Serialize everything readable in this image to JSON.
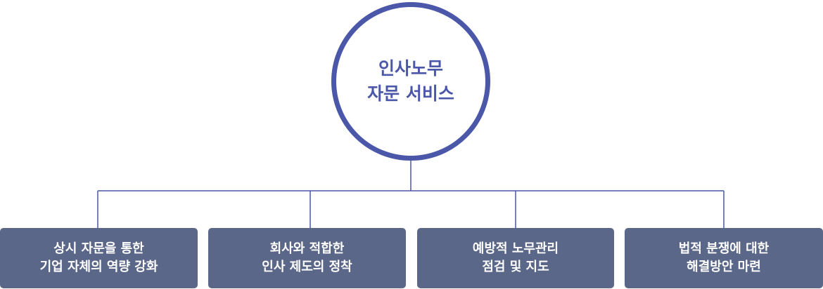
{
  "center": {
    "line1": "인사노무",
    "line2": "자문 서비스"
  },
  "boxes": [
    {
      "line1": "상시 자문을 통한",
      "line2": "기업 자체의 역량 강화"
    },
    {
      "line1": "회사와 적합한",
      "line2": "인사 제도의 정착"
    },
    {
      "line1": "예방적 노무관리",
      "line2": "점검 및 지도"
    },
    {
      "line1": "법적 분쟁에 대한",
      "line2": "해결방안 마련"
    }
  ],
  "colors": {
    "accent": "#4b57a8",
    "box_fill": "#5b6788",
    "box_text": "#ffffff",
    "background": "#ffffff"
  }
}
